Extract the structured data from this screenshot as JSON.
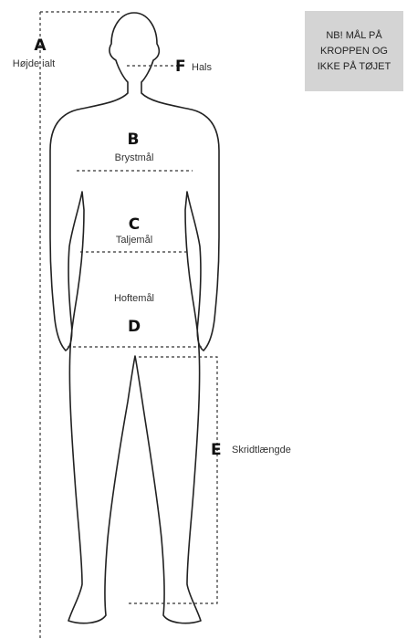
{
  "note": "NB! MÅL PÅ\nKROPPEN OG\nIKKE PÅ TØJET",
  "measurements": [
    {
      "letter": "A",
      "label": "Højde ialt"
    },
    {
      "letter": "B",
      "label": "Brystmål"
    },
    {
      "letter": "C",
      "label": "Taljemål"
    },
    {
      "letter": "D",
      "label": "Hoftemål"
    },
    {
      "letter": "E",
      "label": "Skridtlængde"
    },
    {
      "letter": "F",
      "label": "Hals"
    }
  ]
}
